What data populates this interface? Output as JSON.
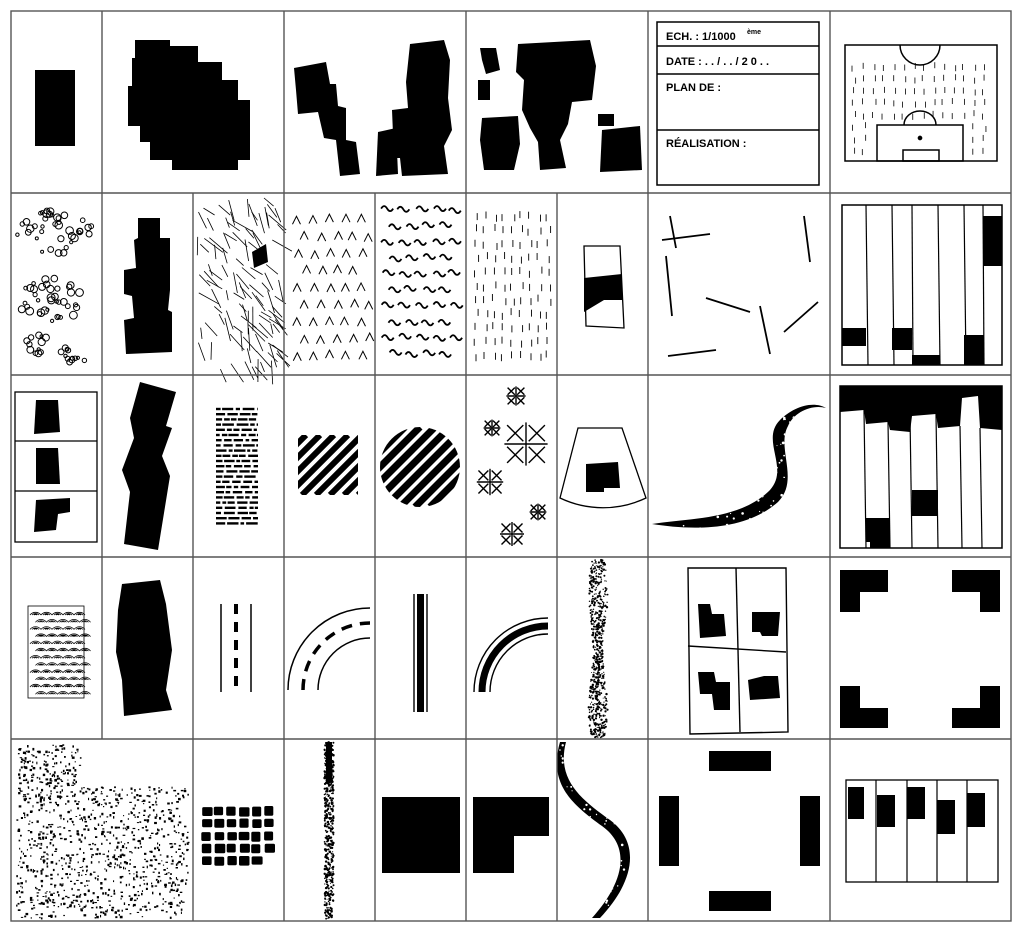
{
  "sheet": {
    "scale_label": "ECH. : 1/1000",
    "scale_suffix": "ème",
    "date_label": "DATE : . . / . . / 2 0 . .",
    "plan_label": "PLAN DE :",
    "author_label": "RÉALISATION :"
  },
  "colors": {
    "ink": "#000000",
    "paper": "#ffffff",
    "grid": "#555555"
  },
  "symbols": [
    "single-building-rect-icon",
    "large-building-blob-icon",
    "dense-urban-block-icon",
    "urban-fabric-block-icon",
    "title-block-cartouche",
    "football-pitch-icon",
    "tree-clusters-icon",
    "tall-building-stack-icon",
    "hatched-scrub-icon",
    "forest-chevron-icon",
    "wave-pattern-icon",
    "grass-tick-icon",
    "parcel-with-building-icon",
    "scattered-lines-icon",
    "strip-parcels-icon",
    "three-lot-parcels-icon",
    "rotated-building-chain-icon",
    "horizontal-dash-block-icon",
    "diagonal-hatch-square-icon",
    "diagonal-hatch-circle-icon",
    "cross-symbol-cluster-icon",
    "curved-parcel-icon",
    "river-meander-icon",
    "row-houses-strip-icon",
    "cobblestone-pattern-icon",
    "irregular-building-icon",
    "dashed-road-icon",
    "curved-dashed-road-icon",
    "double-line-road-icon",
    "curved-double-road-icon",
    "dotted-path-strip-icon",
    "four-parcel-grid-icon",
    "corner-brackets-icon",
    "stipple-field-icon",
    "small-block-cluster-icon",
    "vertical-dotted-line-icon",
    "solid-square-icon",
    "l-shape-building-icon",
    "winding-stream-icon",
    "four-bars-square-icon",
    "terraced-parcels-icon"
  ]
}
